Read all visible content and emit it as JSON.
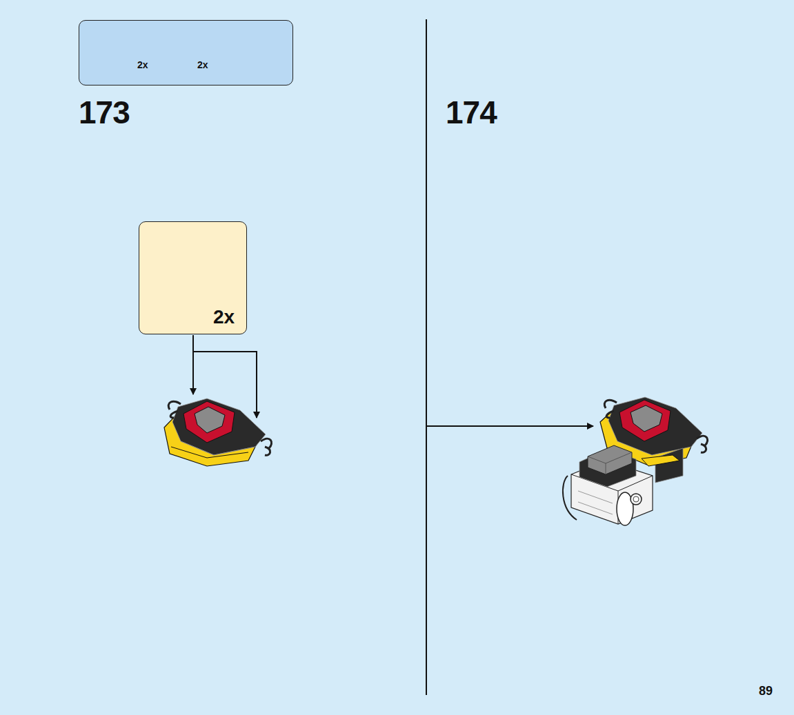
{
  "diagram": {
    "nodes": [
      {
        "text": [
          "2x",
          "2x"
        ]
      },
      {
        "text": [
          "2x"
        ]
      }
    ],
    "labels": [
      "173",
      "174",
      "89"
    ]
  }
}
